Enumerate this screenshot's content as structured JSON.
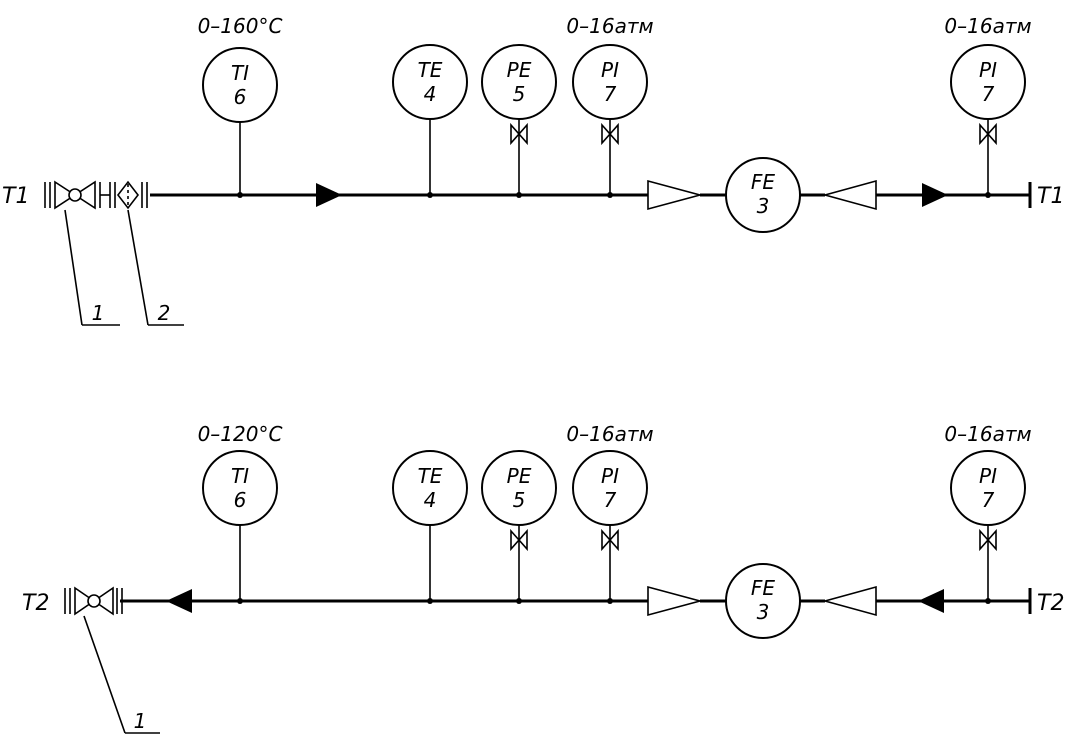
{
  "lines": [
    {
      "id": "t1",
      "end_label": "T1",
      "instruments": [
        {
          "code": "TI",
          "num": "6",
          "range": "0–160°C"
        },
        {
          "code": "TE",
          "num": "4",
          "range": ""
        },
        {
          "code": "PE",
          "num": "5",
          "range": ""
        },
        {
          "code": "PI",
          "num": "7",
          "range": "0–16атм"
        },
        {
          "code": "FE",
          "num": "3",
          "range": ""
        },
        {
          "code": "PI",
          "num": "7",
          "range": "0–16атм"
        }
      ],
      "callouts": [
        "1",
        "2"
      ]
    },
    {
      "id": "t2",
      "end_label": "T2",
      "instruments": [
        {
          "code": "TI",
          "num": "6",
          "range": "0–120°C"
        },
        {
          "code": "TE",
          "num": "4",
          "range": ""
        },
        {
          "code": "PE",
          "num": "5",
          "range": ""
        },
        {
          "code": "PI",
          "num": "7",
          "range": "0–16атм"
        },
        {
          "code": "FE",
          "num": "3",
          "range": ""
        },
        {
          "code": "PI",
          "num": "7",
          "range": "0–16атм"
        }
      ],
      "callouts": [
        "1"
      ]
    }
  ]
}
